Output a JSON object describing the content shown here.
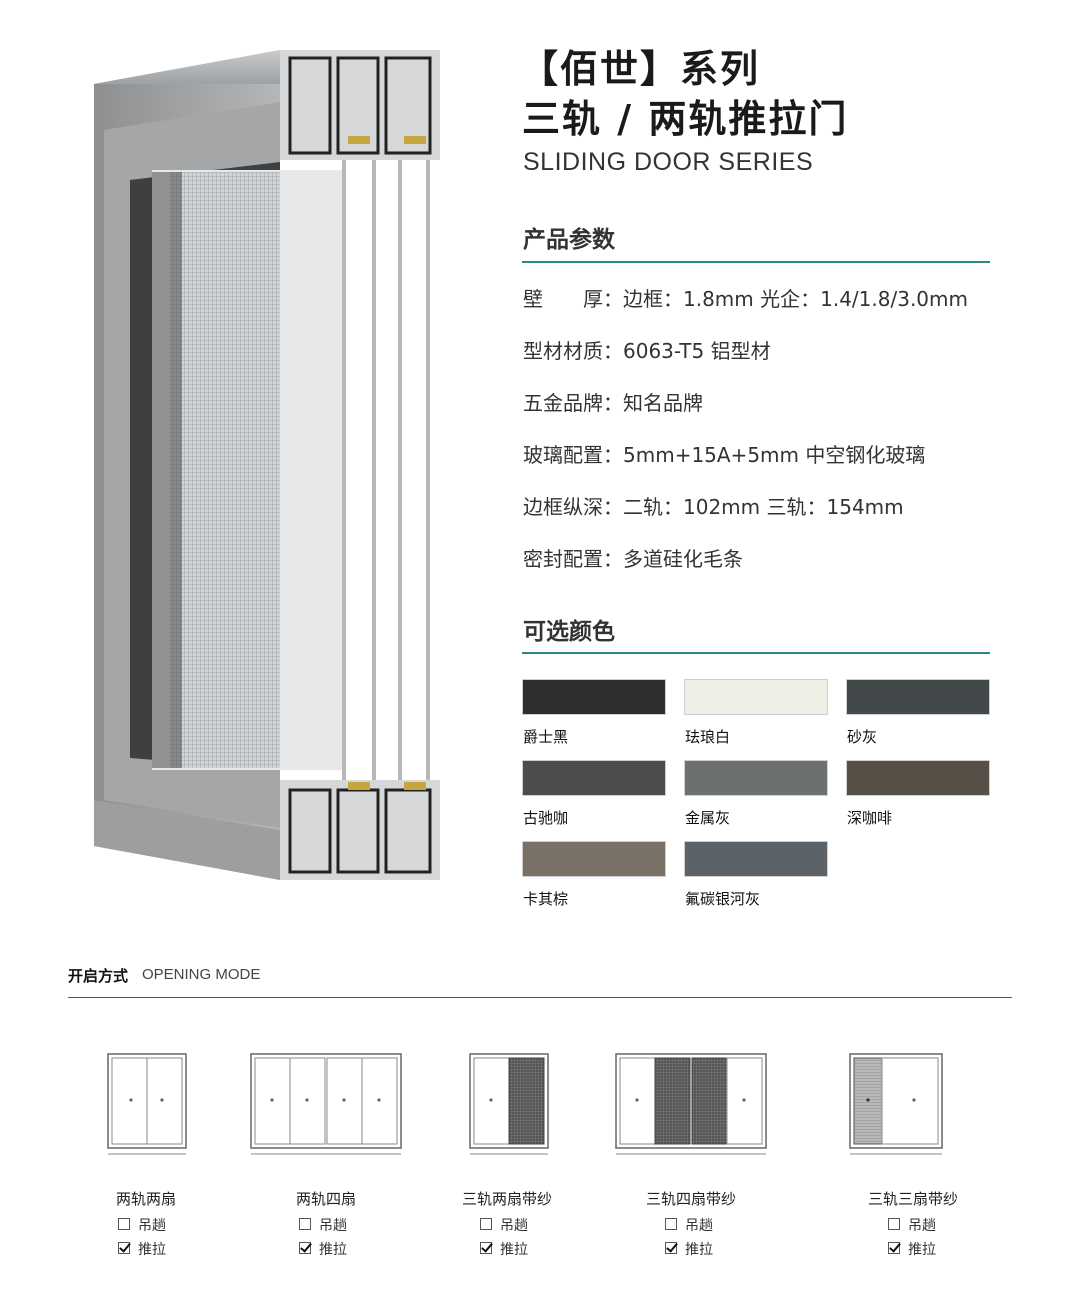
{
  "title": {
    "line1": "【佰世】系列",
    "line2": "三轨 / 两轨推拉门",
    "english": "SLIDING DOOR SERIES"
  },
  "params": {
    "heading": "产品参数",
    "items": [
      {
        "label": "壁　　厚",
        "value": "边框：1.8mm 光企：1.4/1.8/3.0mm"
      },
      {
        "label": "型材材质",
        "value": "6063-T5 铝型材"
      },
      {
        "label": "五金品牌",
        "value": "知名品牌"
      },
      {
        "label": "玻璃配置",
        "value": "5mm+15A+5mm 中空钢化玻璃"
      },
      {
        "label": "边框纵深",
        "value": "二轨：102mm  三轨：154mm"
      },
      {
        "label": "密封配置",
        "value": "多道硅化毛条"
      }
    ]
  },
  "colors": {
    "heading": "可选颜色",
    "accent": "#2b8a7e",
    "swatches": [
      {
        "name": "爵士黑",
        "hex": "#2e2f30"
      },
      {
        "name": "珐琅白",
        "hex": "#eef0e6"
      },
      {
        "name": "砂灰",
        "hex": "#43484a"
      },
      {
        "name": "古驰咖",
        "hex": "#4b4c4b"
      },
      {
        "name": "金属灰",
        "hex": "#6c716e"
      },
      {
        "name": "深咖啡",
        "hex": "#554f46"
      },
      {
        "name": "卡其棕",
        "hex": "#7a7166"
      },
      {
        "name": "氟碳银河灰",
        "hex": "#5c6368"
      }
    ]
  },
  "opening": {
    "title": "开启方式",
    "english": "OPENING MODE",
    "modes": [
      {
        "name": "两轨两扇",
        "opt1": "吊趟",
        "opt1_checked": false,
        "opt2": "推拉",
        "opt2_checked": true
      },
      {
        "name": "两轨四扇",
        "opt1": "吊趟",
        "opt1_checked": false,
        "opt2": "推拉",
        "opt2_checked": true
      },
      {
        "name": "三轨两扇带纱",
        "opt1": "吊趟",
        "opt1_checked": false,
        "opt2": "推拉",
        "opt2_checked": true
      },
      {
        "name": "三轨四扇带纱",
        "opt1": "吊趟",
        "opt1_checked": false,
        "opt2": "推拉",
        "opt2_checked": true
      },
      {
        "name": "三轨三扇带纱",
        "opt1": "吊趟",
        "opt1_checked": false,
        "opt2": "推拉",
        "opt2_checked": true
      }
    ]
  }
}
